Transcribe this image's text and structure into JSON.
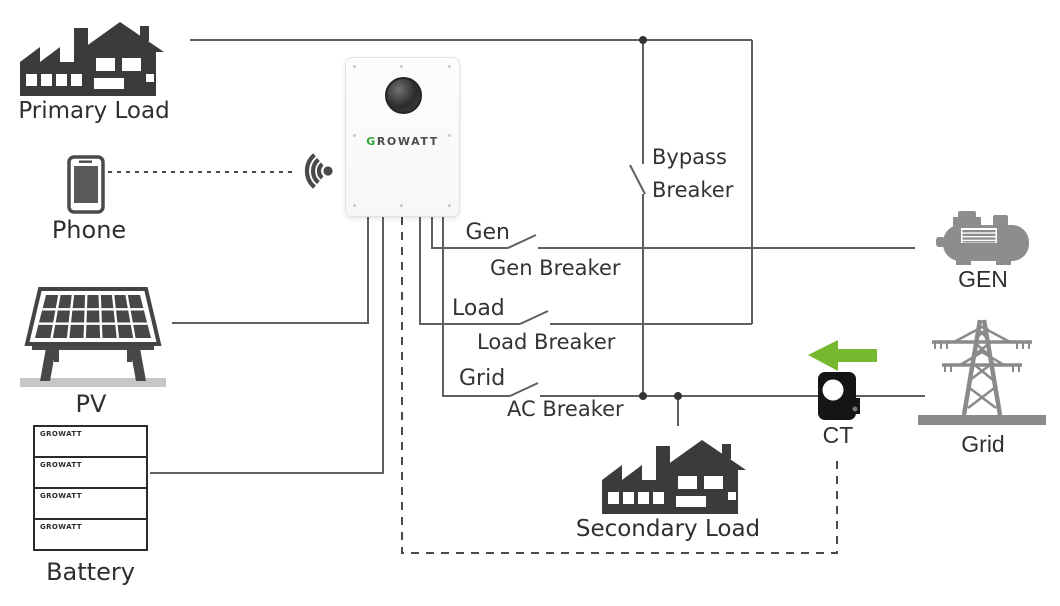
{
  "labels": {
    "primary_load": "Primary Load",
    "phone": "Phone",
    "pv": "PV",
    "battery": "Battery",
    "gen": "GEN",
    "grid": "Grid",
    "ct": "CT",
    "secondary_load": "Secondary Load"
  },
  "breakers": {
    "gen_port": "Gen",
    "gen_breaker": "Gen Breaker",
    "load_port": "Load",
    "load_breaker": "Load Breaker",
    "grid_port": "Grid",
    "ac_breaker": "AC Breaker",
    "bypass_breaker": "Bypass Breaker"
  },
  "inverter": {
    "brand_g": "G",
    "brand_rest": "ROWATT"
  },
  "battery": {
    "modules": [
      {
        "brand": "GROWATT"
      },
      {
        "brand": "GROWATT"
      },
      {
        "brand": "GROWATT"
      },
      {
        "brand": "GROWATT"
      }
    ]
  },
  "colors": {
    "arrow_green": "#76b82f",
    "logo_green": "#2fa832",
    "wire_gray": "#5f5f5f",
    "icon_dark": "#3b3b3b",
    "icon_gray": "#8a8a8a"
  }
}
